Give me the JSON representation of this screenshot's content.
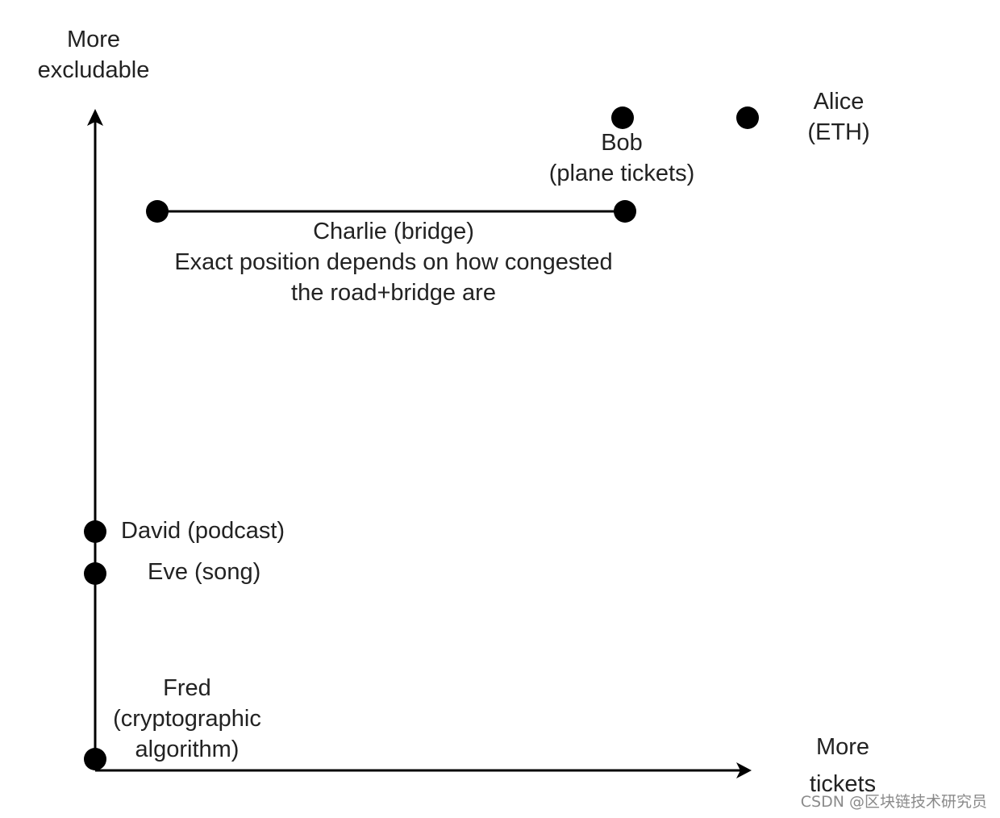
{
  "axes": {
    "y_label": [
      "More",
      "excludable"
    ],
    "x_label": [
      "More",
      "tickets"
    ]
  },
  "points": {
    "alice": [
      "Alice",
      "(ETH)"
    ],
    "bob": [
      "Bob",
      "(plane tickets)"
    ],
    "charlie": [
      "Charlie (bridge)",
      "Exact position depends on how congested",
      "the road+bridge are"
    ],
    "david": "David (podcast)",
    "eve": "Eve (song)",
    "fred": [
      "Fred",
      "(cryptographic",
      "algorithm)"
    ]
  },
  "watermark": "CSDN @区块链技术研究员",
  "colors": {
    "ink": "#000000",
    "text": "#222222",
    "watermark": "#8a8a8a"
  }
}
